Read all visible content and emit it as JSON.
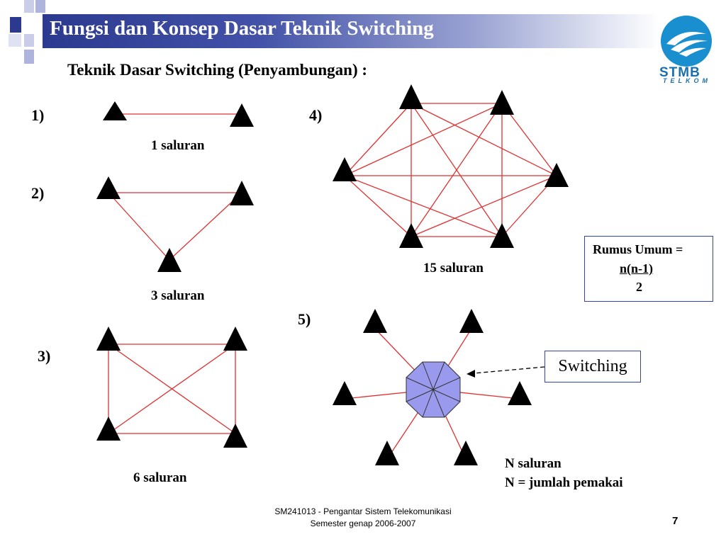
{
  "slide": {
    "title": "Fungsi dan Konsep Dasar Teknik Switching",
    "subtitle": "Teknik Dasar Switching (Penyambungan) :",
    "logo": {
      "name": "STMB",
      "sub": "TELKOM"
    },
    "footer_line1": "SM241013 - Pengantar Sistem Telekomunikasi",
    "footer_line2": "Semester genap 2006-2007",
    "page_number": "7"
  },
  "diagrams": [
    {
      "label": "1)",
      "caption": "1 saluran"
    },
    {
      "label": "2)",
      "caption": "3 saluran"
    },
    {
      "label": "3)",
      "caption": "6 saluran"
    },
    {
      "label": "4)",
      "caption": "15 saluran"
    },
    {
      "label": "5)",
      "caption_line1": "N saluran",
      "caption_line2": "N = jumlah pemakai"
    }
  ],
  "formula": {
    "heading": "Rumus Umum =",
    "numerator": "n(n-1)",
    "denominator": "2"
  },
  "switch_label": "Switching",
  "colors": {
    "link": "#e03030",
    "node": "#000000",
    "switch_fill": "#9999ee",
    "title_bar": "#2b3a8f"
  }
}
